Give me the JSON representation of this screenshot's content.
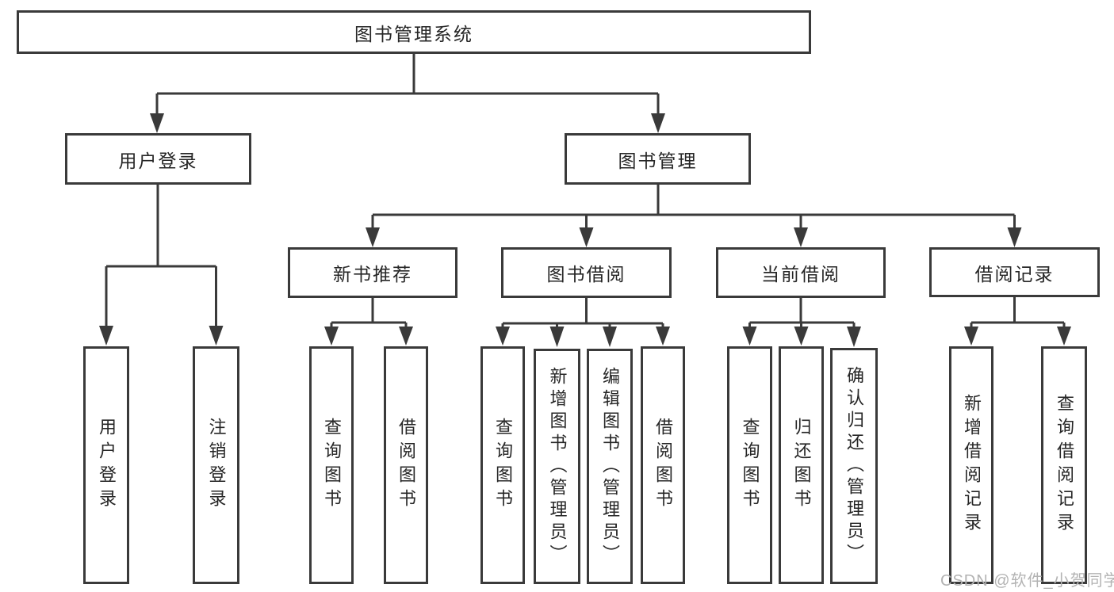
{
  "diagram": {
    "root": {
      "label": "图书管理系统"
    },
    "branches": [
      {
        "label": "用户登录",
        "children": [
          {
            "label": "用户登录"
          },
          {
            "label": "注销登录"
          }
        ]
      },
      {
        "label": "图书管理",
        "children": [
          {
            "label": "新书推荐",
            "children": [
              {
                "label": "查询图书"
              },
              {
                "label": "借阅图书"
              }
            ]
          },
          {
            "label": "图书借阅",
            "children": [
              {
                "label": "查询图书"
              },
              {
                "label": "新增图书（管理员）"
              },
              {
                "label": "编辑图书（管理员）"
              },
              {
                "label": "借阅图书"
              }
            ]
          },
          {
            "label": "当前借阅",
            "children": [
              {
                "label": "查询图书"
              },
              {
                "label": "归还图书"
              },
              {
                "label": "确认归还（管理员）"
              }
            ]
          },
          {
            "label": "借阅记录",
            "children": [
              {
                "label": "新增借阅记录"
              },
              {
                "label": "查询借阅记录"
              }
            ]
          }
        ]
      }
    ],
    "watermark": "CSDN @软件_小贺同学",
    "colors": {
      "line": "#3a3a3a",
      "text": "#262626",
      "watermark": "#b3b3b3",
      "background": "#ffffff"
    }
  }
}
